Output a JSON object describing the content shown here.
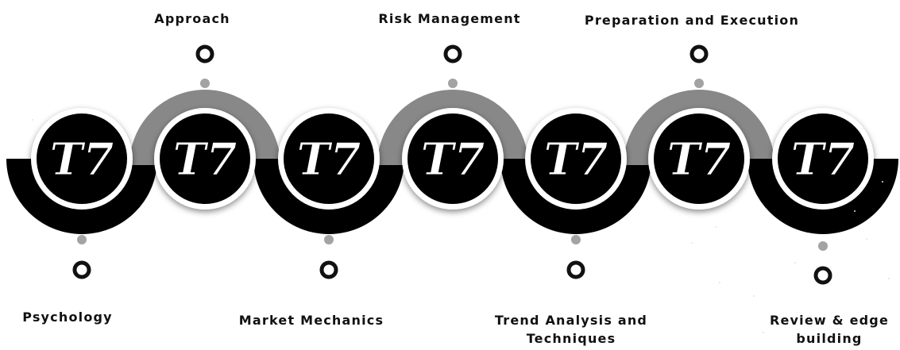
{
  "steps": [
    {
      "label": "Psychology",
      "logo_text": "T7",
      "label_position": "bottom"
    },
    {
      "label": "Approach",
      "logo_text": "T7",
      "label_position": "top"
    },
    {
      "label": "Market Mechanics",
      "logo_text": "T7",
      "label_position": "bottom"
    },
    {
      "label": "Risk Management",
      "logo_text": "T7",
      "label_position": "top"
    },
    {
      "label": "Trend Analysis and",
      "label_line2": "Techniques",
      "logo_text": "T7",
      "label_position": "bottom"
    },
    {
      "label": "Preparation and Execution",
      "logo_text": "T7",
      "label_position": "top"
    },
    {
      "label": "Review & edge",
      "label_line2": "building",
      "logo_text": "T7",
      "label_position": "bottom"
    }
  ],
  "colors": {
    "background": "#ffffff",
    "circle_fill": "#000000",
    "ring": "#ffffff",
    "down_arc": "#000000",
    "up_arc": "#888888",
    "small_dot": "#a3a3a3",
    "hollow_marker": "#111111",
    "text": "#111111"
  }
}
